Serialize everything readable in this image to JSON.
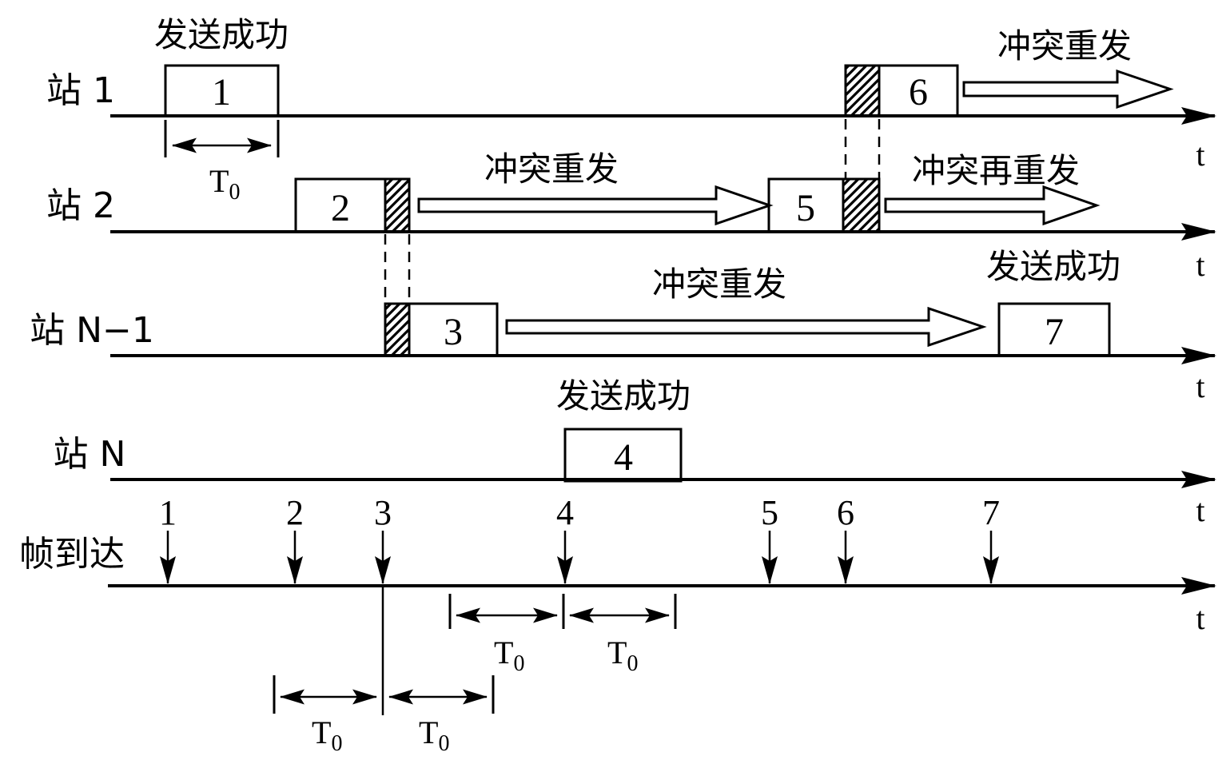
{
  "captions": {
    "success": "发送成功",
    "resend": "冲突重发",
    "resend_again": "冲突再重发"
  },
  "stations": {
    "s1": "站 1",
    "s2": "站 2",
    "sn1": "站 N−1",
    "sn": "站 N"
  },
  "frames": {
    "f1": "1",
    "f2": "2",
    "f3": "3",
    "f4": "4",
    "f5": "5",
    "f6": "6",
    "f7": "7"
  },
  "arrivals": {
    "label": "帧到达",
    "ticks": [
      "1",
      "2",
      "3",
      "4",
      "5",
      "6",
      "7"
    ]
  },
  "axis": {
    "t": "t"
  },
  "t0": {
    "main": "T",
    "sub": "0"
  },
  "colors": {
    "success_fill": "#dcdcdc",
    "plain_fill": "#ffffff",
    "line": "#000000"
  }
}
